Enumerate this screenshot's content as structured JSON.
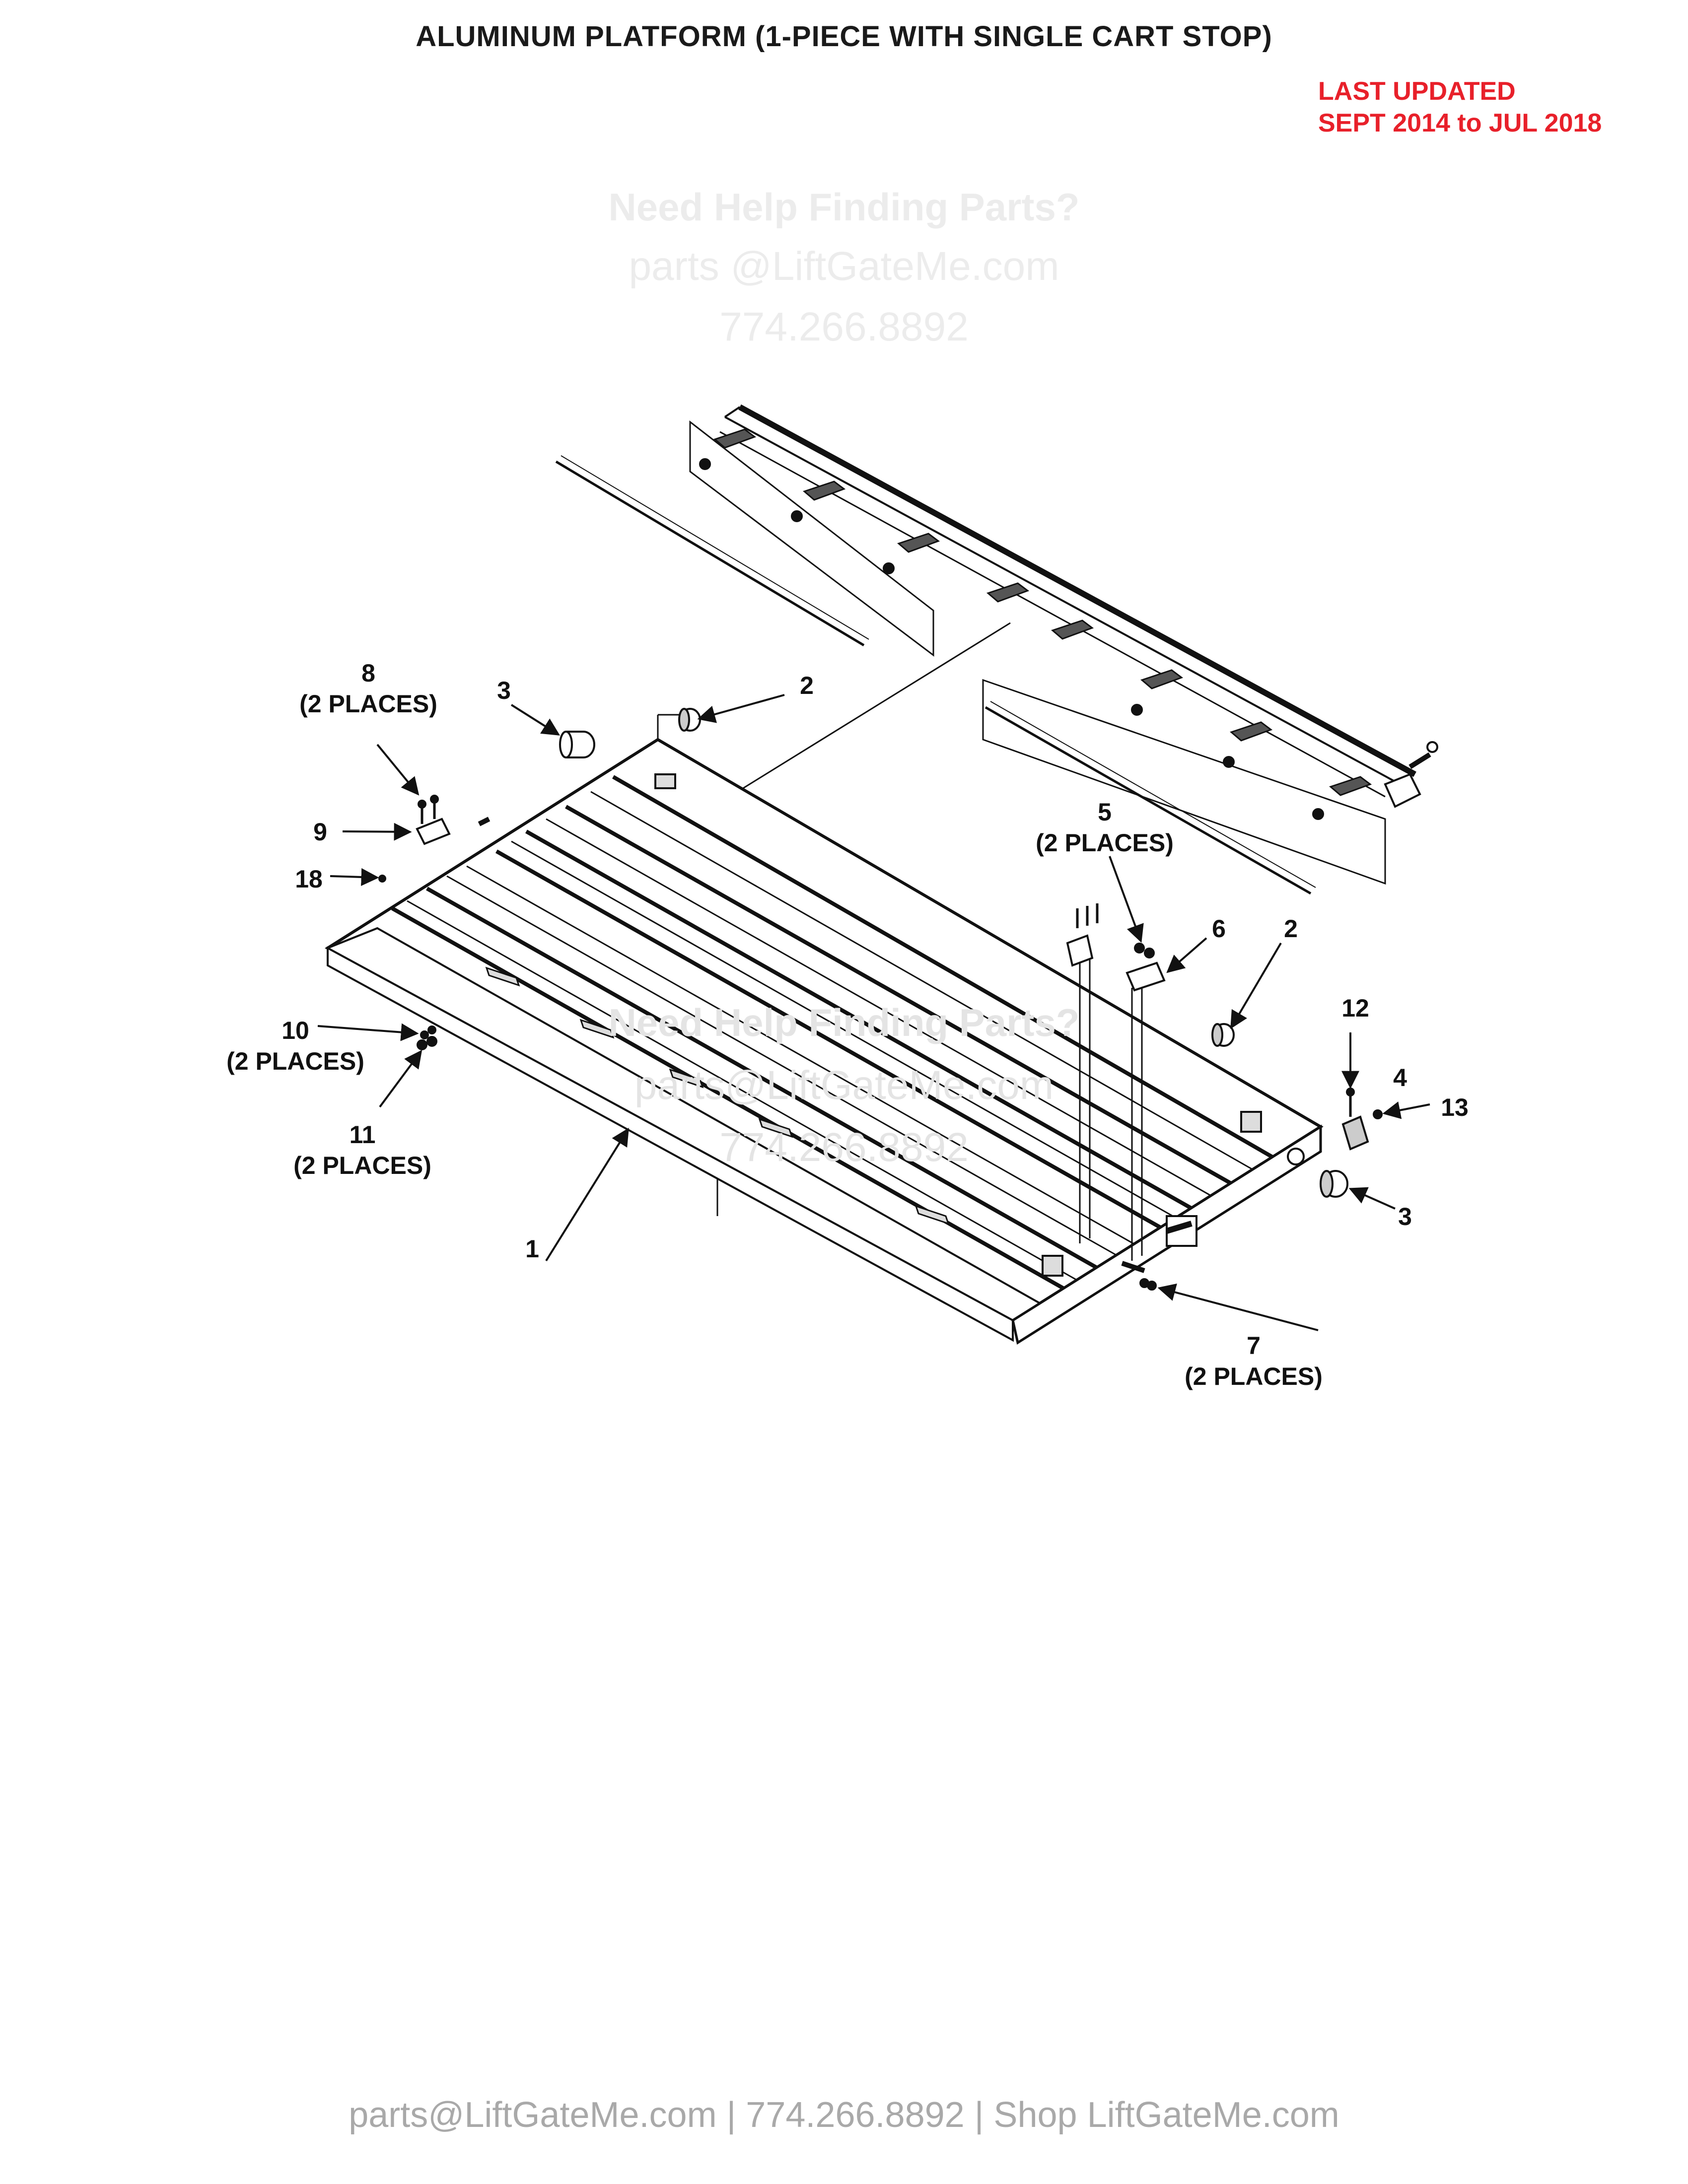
{
  "header": {
    "title": "ALUMINUM PLATFORM (1-PIECE WITH SINGLE CART STOP)",
    "updated_line1": "LAST UPDATED",
    "updated_line2": "SEPT 2014 to JUL 2018",
    "updated_color": "#e8202a"
  },
  "watermark": {
    "line1": "Need Help Finding Parts?",
    "line2": "parts @LiftGateMe.com",
    "line3": "774.266.8892"
  },
  "watermark_mid": {
    "line1": "Need Help Finding Parts?",
    "line2": "parts@LiftGateMe.com",
    "line3": "774.266.8892"
  },
  "callouts": {
    "c1": {
      "num": "1"
    },
    "c2a": {
      "num": "2"
    },
    "c2b": {
      "num": "2"
    },
    "c3a": {
      "num": "3"
    },
    "c3b": {
      "num": "3"
    },
    "c4": {
      "num": "4"
    },
    "c5": {
      "num": "5",
      "qty": "(2 PLACES)"
    },
    "c6": {
      "num": "6"
    },
    "c7": {
      "num": "7",
      "qty": "(2 PLACES)"
    },
    "c8": {
      "num": "8",
      "qty": "(2 PLACES)"
    },
    "c9": {
      "num": "9"
    },
    "c10": {
      "num": "10",
      "qty": "(2 PLACES)"
    },
    "c11": {
      "num": "11",
      "qty": "(2 PLACES)"
    },
    "c12": {
      "num": "12"
    },
    "c13": {
      "num": "13"
    },
    "c18": {
      "num": "18"
    }
  },
  "footer": {
    "text": "parts@LiftGateMe.com | 774.266.8892 | Shop LiftGateMe.com"
  }
}
